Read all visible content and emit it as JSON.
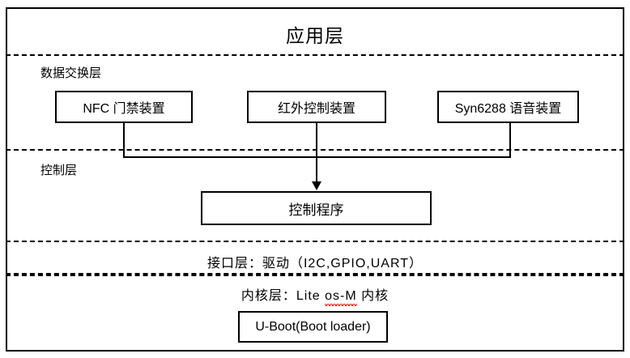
{
  "diagram": {
    "title": "应用层",
    "layers": {
      "application": {
        "label": "应用层"
      },
      "data_exchange": {
        "label": "数据交换层"
      },
      "control": {
        "label": "控制层"
      },
      "interface": {
        "label": "接口层：驱动（I2C,GPIO,UART）"
      },
      "kernel": {
        "label_prefix": "内核层：Lite ",
        "label_spelled": "os-M",
        "label_suffix": " 内核"
      }
    },
    "nodes": {
      "nfc": {
        "label": "NFC 门禁装置"
      },
      "infrared": {
        "label": "红外控制装置"
      },
      "syn6288": {
        "label": "Syn6288 语音装置"
      },
      "control_program": {
        "label": "控制程序"
      },
      "uboot": {
        "label": "U-Boot(Boot loader)"
      }
    },
    "colors": {
      "line": "#000000",
      "background": "#ffffff",
      "spellcheck_underline": "#e03020"
    }
  }
}
